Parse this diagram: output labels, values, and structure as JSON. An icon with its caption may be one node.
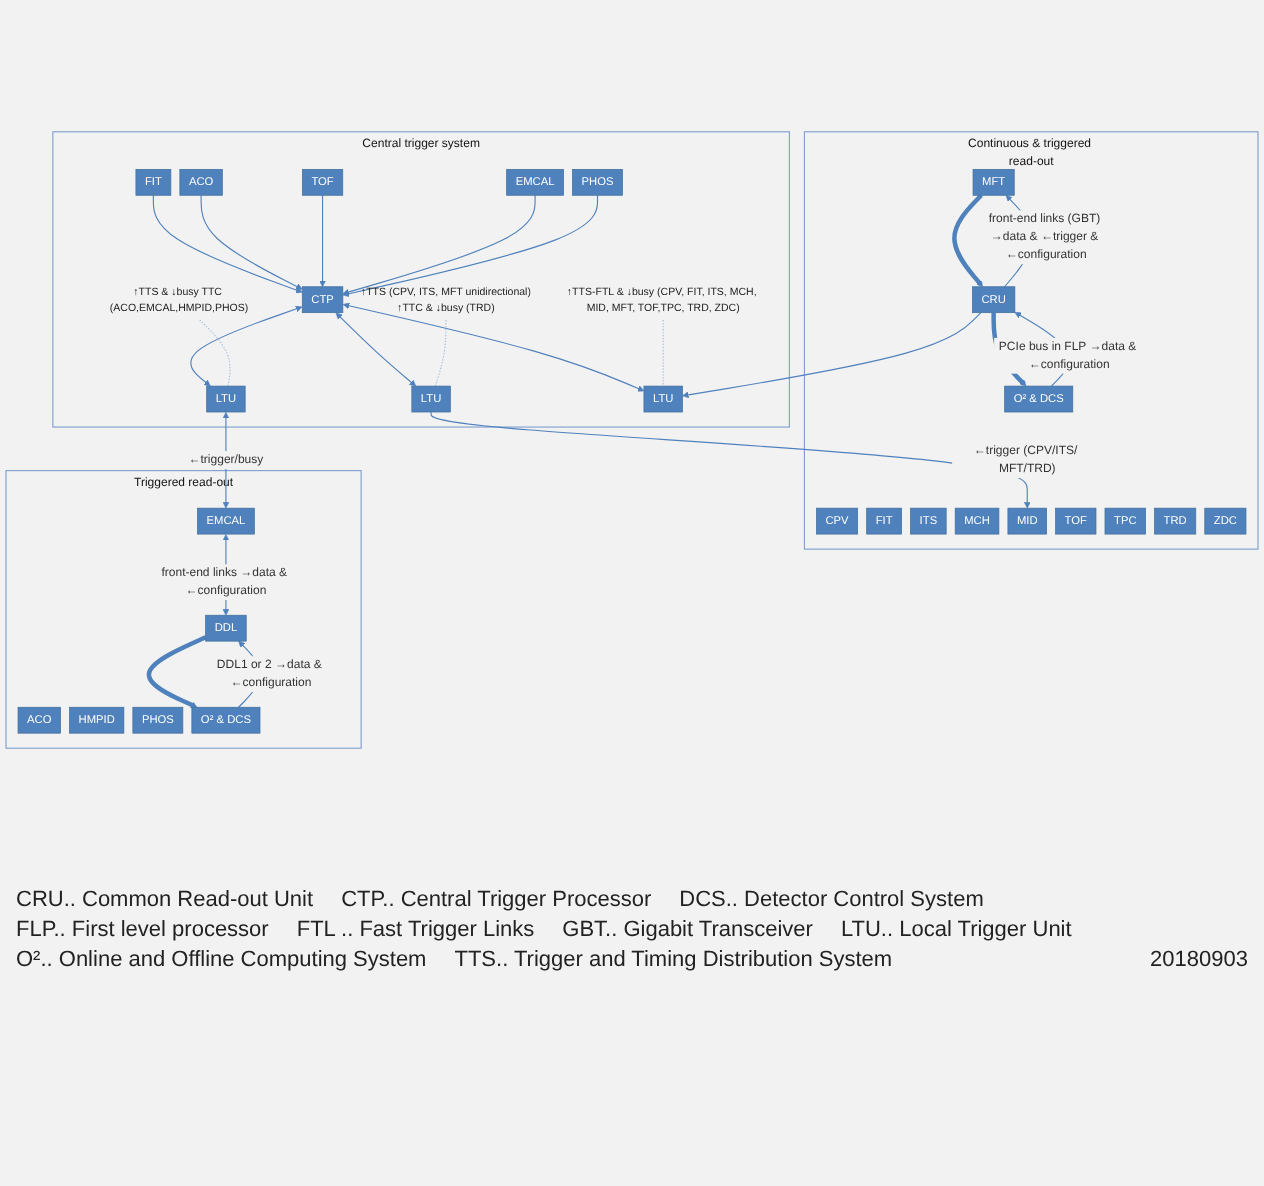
{
  "diagram": {
    "nodes": [
      {
        "text": [
          "Central trigger system"
        ]
      },
      {
        "text": [
          "FIT"
        ],
        "in": 0
      },
      {
        "text": [
          "ACO"
        ],
        "in": 0
      },
      {
        "text": [
          "TOF"
        ],
        "in": 0
      },
      {
        "text": [
          "EMCAL"
        ],
        "in": 0
      },
      {
        "text": [
          "PHOS"
        ],
        "in": 0
      },
      {
        "text": [
          "CTP"
        ],
        "in": 0
      },
      {
        "text": [
          "LTU"
        ],
        "in": 0
      },
      {
        "text": [
          "LTU"
        ],
        "in": 0
      },
      {
        "text": [
          "LTU"
        ],
        "in": 0
      },
      {
        "text": [
          "↑TTS (CPV, ITS, MFT unidirectional)",
          "↑TTC & ↓busy (TRD)"
        ],
        "in": 0
      },
      {
        "text": [
          "↑TTS & ↓busy TTC (ACO,EMCAL,HMPID,PHOS)"
        ],
        "in": 0
      },
      {
        "text": [
          "↑TTS-FTL & ↓busy (CPV, FIT, ITS, MCH, MID, MFT, TOF,TPC, TRD, ZDC)"
        ],
        "in": 0
      },
      {
        "text": [
          "Continuous & triggered read-out"
        ]
      },
      {
        "text": [
          "CPV"
        ],
        "in": 13
      },
      {
        "text": [
          "FIT"
        ],
        "in": 13
      },
      {
        "text": [
          "ITS"
        ],
        "in": 13
      },
      {
        "text": [
          "MCH"
        ],
        "in": 13
      },
      {
        "text": [
          "MID"
        ],
        "in": 13
      },
      {
        "text": [
          "MFT"
        ],
        "in": 13
      },
      {
        "text": [
          "TOF"
        ],
        "in": 13
      },
      {
        "text": [
          "TPC"
        ],
        "in": 13
      },
      {
        "text": [
          "TRD"
        ],
        "in": 13
      },
      {
        "text": [
          "ZDC"
        ],
        "in": 13
      },
      {
        "text": [
          "CRU"
        ],
        "in": 13
      },
      {
        "text": [
          "O² & DCS"
        ],
        "in": 13
      },
      {
        "text": [
          "Triggered read-out"
        ]
      },
      {
        "text": [
          "ACO"
        ],
        "in": 26
      },
      {
        "text": [
          "EMCAL"
        ],
        "in": 26
      },
      {
        "text": [
          "HMPID"
        ],
        "in": 26
      },
      {
        "text": [
          "PHOS"
        ],
        "in": 26
      },
      {
        "text": [
          "DDL"
        ],
        "in": 26
      },
      {
        "text": [
          "O² & DCS"
        ],
        "in": 26
      }
    ],
    "edges": [
      {
        "from": 1,
        "to": 6,
        "arrow": "to"
      },
      {
        "from": 2,
        "to": 6,
        "arrow": "to"
      },
      {
        "from": 3,
        "to": 6,
        "arrow": "to"
      },
      {
        "from": 4,
        "to": 6,
        "arrow": "to"
      },
      {
        "from": 5,
        "to": 6,
        "arrow": "to"
      },
      {
        "from": 6,
        "to": 7,
        "arrow": "both"
      },
      {
        "from": 6,
        "to": 8,
        "arrow": "both"
      },
      {
        "from": 6,
        "to": 9,
        "arrow": "both"
      },
      {
        "from": 10,
        "to": 7,
        "arrow": "none",
        "style": "dashed",
        "color": "#a6c0e2"
      },
      {
        "from": 11,
        "to": 8,
        "arrow": "none",
        "style": "dashed",
        "color": "#a6c0e2"
      },
      {
        "from": 12,
        "to": 9,
        "arrow": "none",
        "style": "dashed",
        "color": "#a6c0e2"
      },
      {
        "from": 7,
        "to": 18,
        "arrow": "to",
        "label": "←trigger (CPV/ITS/ MFT/TRD)"
      },
      {
        "from": 19,
        "to": 24,
        "arrow": "to",
        "style": "thick"
      },
      {
        "from": 24,
        "to": 19,
        "arrow": "to",
        "label": "front-end links (GBT) →data & ←trigger & ←configuration"
      },
      {
        "from": 24,
        "to": 9,
        "arrow": "to"
      },
      {
        "from": 24,
        "to": 25,
        "arrow": "to",
        "style": "thick"
      },
      {
        "from": 25,
        "to": 24,
        "arrow": "to",
        "label": "PCIe bus in FLP →data & ←configuration"
      },
      {
        "from": 8,
        "to": 28,
        "arrow": "both",
        "label": "←trigger/busy"
      },
      {
        "from": 28,
        "to": 31,
        "arrow": "both",
        "label": "front-end links →data & ←configuration"
      },
      {
        "from": 31,
        "to": 32,
        "arrow": "to",
        "style": "thick"
      },
      {
        "from": 32,
        "to": 31,
        "arrow": "to",
        "label": "DDL1 or 2 →data & ←configuration"
      }
    ],
    "labels": [
      "CRU.. Common Read-out Unit",
      "CTP.. Central Trigger Processor",
      "DCS.. Detector Control System",
      "FLP.. First level processor",
      "FTL .. Fast Trigger Links",
      "GBT.. Gigabit Transceiver",
      "LTU.. Local Trigger Unit",
      "O².. Online and Offline Computing System",
      "TTS.. Trigger and Timing Distribution System",
      "20180903"
    ]
  }
}
